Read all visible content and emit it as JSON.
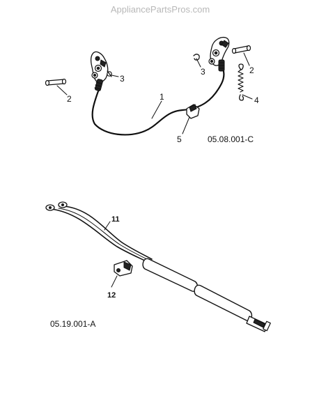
{
  "watermark": "AppliancePartsPros.com",
  "diagram_top": {
    "code": "05.08.001-C",
    "callouts": {
      "c1": "1",
      "c2_left": "2",
      "c2_right": "2",
      "c3_left": "3",
      "c3_right": "3",
      "c4": "4",
      "c5": "5"
    }
  },
  "diagram_bottom": {
    "code": "05.19.001-A",
    "callouts": {
      "c11": "11",
      "c12": "12"
    }
  }
}
